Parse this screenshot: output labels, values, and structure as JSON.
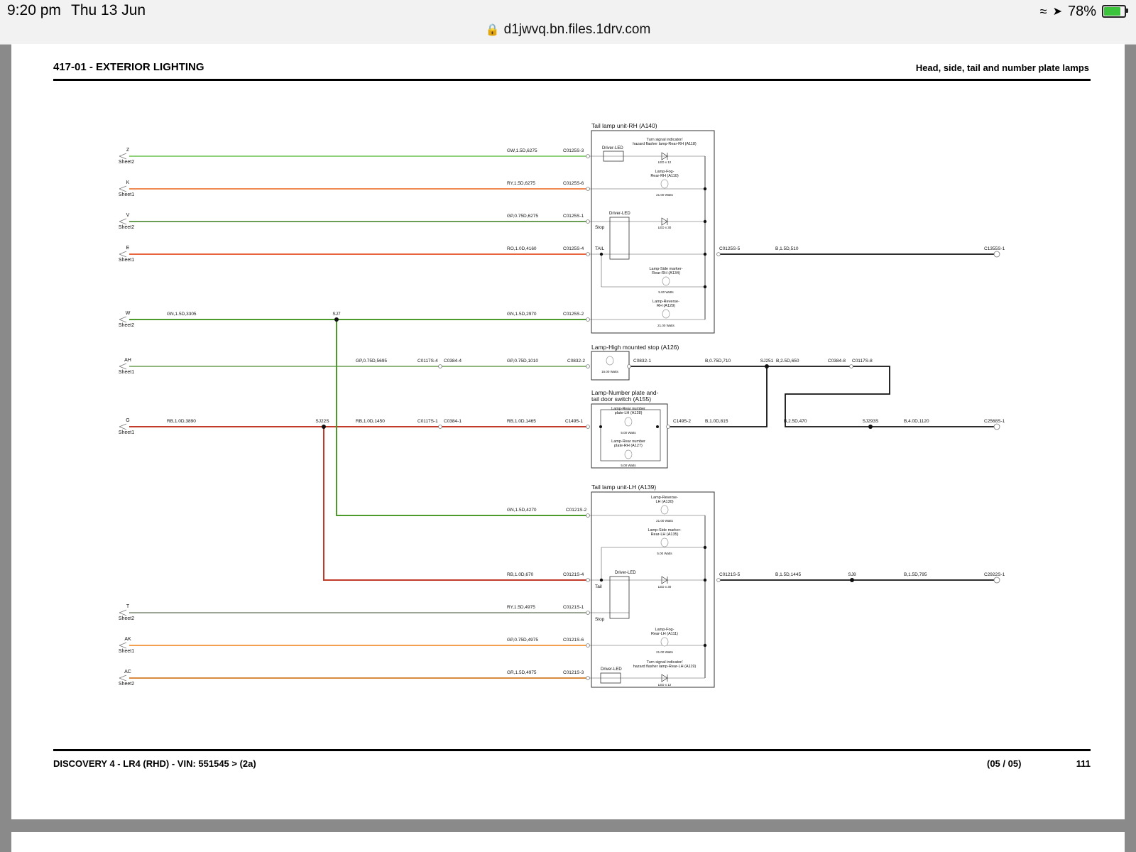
{
  "status_bar": {
    "time": "9:20 pm",
    "date": "Thu 13 Jun",
    "url": "d1jwvq.bn.files.1drv.com",
    "battery": "78%"
  },
  "doc": {
    "section_title": "417-01 - EXTERIOR LIGHTING",
    "subtitle": "Head, side, tail and number plate lamps",
    "footer_vehicle": "DISCOVERY 4 - LR4  (RHD) - VIN: 551545 >  (2a)",
    "footer_pages": "(05 / 05)",
    "footer_page_num": "111"
  },
  "inputs": [
    {
      "letter": "Z",
      "sheet": "Sheet2",
      "color": "#8fd07a"
    },
    {
      "letter": "K",
      "sheet": "Sheet1",
      "color": "#f08a55"
    },
    {
      "letter": "V",
      "sheet": "Sheet2",
      "color": "#6a9e52"
    },
    {
      "letter": "E",
      "sheet": "Sheet1",
      "color": "#e8643a"
    },
    {
      "letter": "W",
      "sheet": "Sheet2",
      "color": "#4c9b2a"
    },
    {
      "letter": "AH",
      "sheet": "Sheet1",
      "color": "#6a9e52"
    },
    {
      "letter": "G",
      "sheet": "Sheet1",
      "color": "#c23a2a"
    },
    {
      "letter": "T",
      "sheet": "Sheet2",
      "color": "#7a8a70"
    },
    {
      "letter": "AK",
      "sheet": "Sheet1",
      "color": "#f4a050"
    },
    {
      "letter": "AC",
      "sheet": "Sheet2",
      "color": "#d88a40"
    }
  ],
  "wire_labels": [
    "GW,1.5D,6275",
    "RY,1.5D,6275",
    "GP,0.75D,6275",
    "RO,1.0D,4160",
    "GN,1.5D,3305",
    "GN,1.5D,2970",
    "GP,0.75D,5695",
    "GP,0.75D,1010",
    "RB,1.0D,3890",
    "RB,1.0D,1450",
    "RB,1.0D,1465",
    "GN,1.5D,4270",
    "RB,1.0D,670",
    "RY,1.5D,4975",
    "GP,0.75D,4975",
    "GR,1.5D,4975",
    "B,1.5D,510",
    "B,0.75D,710",
    "B,2.5D,650",
    "B,1.0D,815",
    "B,2.5D,470",
    "B,4.0D,1120",
    "B,1.5D,1445",
    "B,1.5D,795"
  ],
  "connectors": [
    "C0125S-3",
    "C0125S-6",
    "C0125S-1",
    "C0125S-4",
    "C0125S-2",
    "C0125S-5",
    "C1355S-1",
    "C0117S-4",
    "C0384-4",
    "C0832-2",
    "C0832-1",
    "C0384-8",
    "C0117S-8",
    "C0117S-1",
    "C0384-1",
    "C1495-1",
    "C1495-2",
    "C2568S-1",
    "C0121S-2",
    "C0121S-4",
    "C0121S-5",
    "C2922S-1",
    "C0121S-1",
    "C0121S-6",
    "C0121S-3"
  ],
  "splices": [
    "SJ7",
    "SJ22S",
    "SJ251",
    "SJ293S",
    "SJ8"
  ],
  "components": {
    "tail_rh": "Tail lamp unit-RH (A140)",
    "hms": "Lamp-High mounted stop (A126)",
    "np1": "Lamp-Number plate and-",
    "np2": "tail door switch (A155)",
    "tail_lh": "Tail lamp unit-LH (A139)"
  },
  "sub_labels": {
    "driver_led": "Driver-LED",
    "turn1": "Turn signal indicator/",
    "turn_rh": "hazard flasher lamp-Rear-RH (A118)",
    "turn_lh": "hazard flasher lamp-Rear-LH (A119)",
    "led12": "LED x 12",
    "led30": "LED x 30",
    "fog1": "Lamp-Fog-",
    "fog_rh": "Rear-RH (A110)",
    "fog_lh": "Rear-LH (A111)",
    "w21": "21.00 Watts",
    "w5": "5.00 Watts",
    "w16": "16.00 Watts",
    "stop": "Stop",
    "tail_caps": "TAIL",
    "tail_lower": "Tail",
    "side1": "Lamp-Side marker-",
    "side_rh": "Rear-RH (A134)",
    "side_lh": "Rear-LH (A135)",
    "rev1": "Lamp-Reverse-",
    "rev_rh": "RH (A129)",
    "rev_lh": "LH (A130)",
    "np_rear": "Lamp-Rear number",
    "np_lh": "plate-LH (A128)",
    "np_rh": "plate-RH (A127)"
  }
}
